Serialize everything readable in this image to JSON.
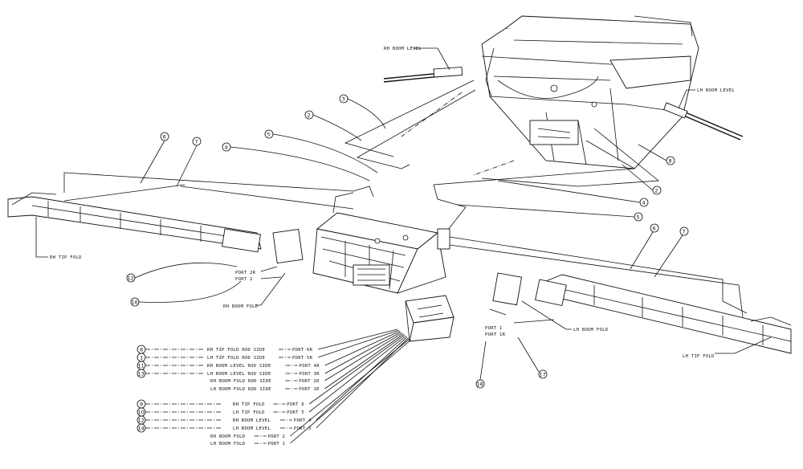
{
  "callouts": {
    "rh_boom_level": "RH BOOM LEVEL",
    "lh_boom_level": "LH BOOM LEVEL",
    "rh_tip_fold": "RH TIP FOLD",
    "lh_tip_fold": "LH TIP FOLD",
    "rh_boom_fold": "RH BOOM FOLD",
    "lh_boom_fold": "LH BOOM FOLD",
    "port_rh_top_a": "PORT 2R",
    "port_rh_top_b": "PORT 2",
    "port_lh_a": "PORT 1",
    "port_lh_b": "PORT 1R"
  },
  "item_numbers": {
    "n3": "3",
    "n2a": "2",
    "n5a": "5",
    "n4a": "4",
    "n6a": "6",
    "n7a": "7",
    "n8": "8",
    "n2b": "2",
    "n4b": "4",
    "n5b": "5",
    "n6b": "6",
    "n7b": "7",
    "n12": "12",
    "n16": "16",
    "n17": "17",
    "n18": "18"
  },
  "legend_rows": [
    {
      "num": "8",
      "text": "RH TIP FOLD ROD SIDE",
      "port": "PORT 6R"
    },
    {
      "num": "1",
      "text": "LH TIP FOLD ROD SIDE",
      "port": "PORT 5R"
    },
    {
      "num": "11",
      "text": "RH BOOM LEVEL ROD SIDE",
      "port": "PORT 4R"
    },
    {
      "num": "13",
      "text": "LH BOOM LEVEL ROD SIDE",
      "port": "PORT 3R"
    },
    {
      "num": "",
      "text": "RH BOOM FOLD ROD SIDE",
      "port": "PORT 2R"
    },
    {
      "num": "",
      "text": "LH BOOM FOLD ROD SIDE",
      "port": "PORT 1R"
    },
    {
      "num": "9",
      "text": "RH TIP FOLD",
      "port": "PORT 6"
    },
    {
      "num": "10",
      "text": "LH TIP FOLD",
      "port": "PORT 5"
    },
    {
      "num": "12",
      "text": "RH BOOM LEVEL",
      "port": "PORT 4"
    },
    {
      "num": "14",
      "text": "LH BOOM LEVEL",
      "port": "PORT 3"
    },
    {
      "num": "",
      "text": "RH BOOM FOLD",
      "port": "PORT 2"
    },
    {
      "num": "",
      "text": "LH BOOM FOLD",
      "port": "PORT 1"
    }
  ]
}
